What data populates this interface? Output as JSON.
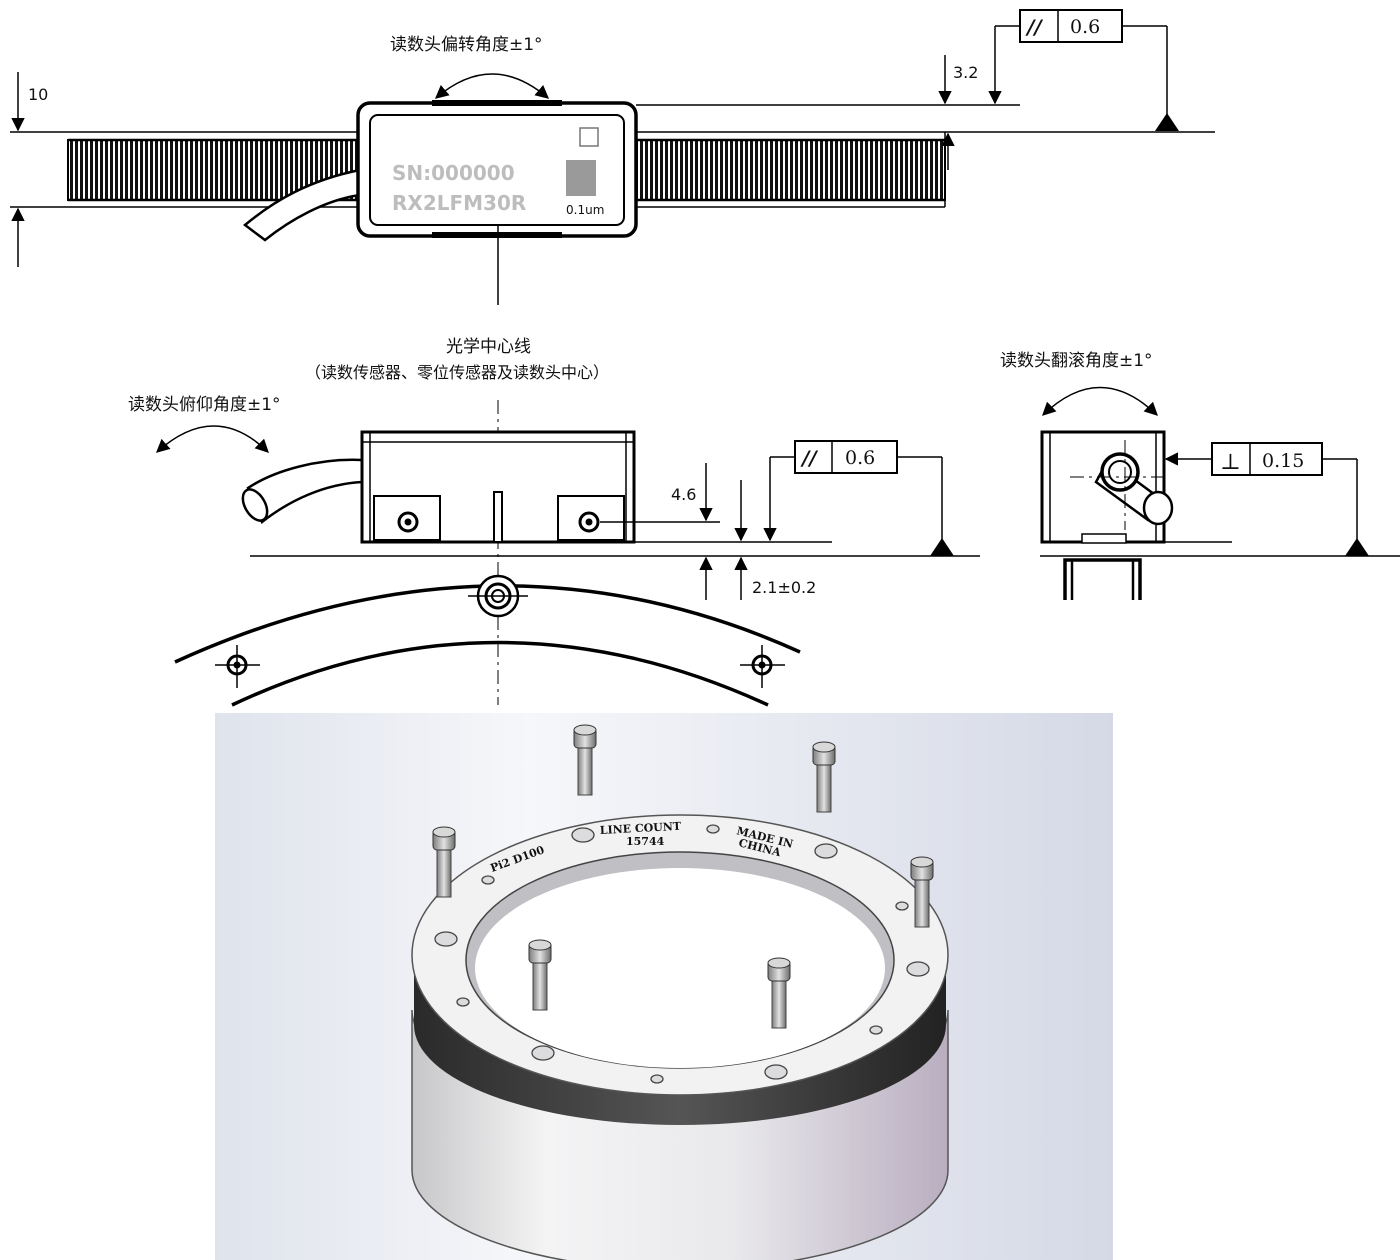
{
  "top_view": {
    "yaw_label": "读数头偏转角度±1°",
    "dim_10": "10",
    "dim_3_2": "3.2",
    "parallel_tol": {
      "symbol": "//",
      "value": "0.6"
    },
    "readhead": {
      "serial": "SN:000000",
      "model": "RX2LFM30R",
      "resolution": "0.1um"
    }
  },
  "side_view": {
    "optical_center_title": "光学中心线",
    "optical_center_sub": "（读数传感器、零位传感器及读数头中心）",
    "pitch_label": "读数头俯仰角度±1°",
    "dim_4_6": "4.6",
    "dim_gap": "2.1±0.2",
    "parallel_tol": {
      "symbol": "//",
      "value": "0.6"
    }
  },
  "end_view": {
    "roll_label": "读数头翻滚角度±1°",
    "perp_tol": {
      "symbol": "⊥",
      "value": "0.15"
    }
  },
  "ring_render": {
    "engraving_left": "Pi2  D100",
    "engraving_count_1": "LINE COUNT",
    "engraving_count_2": "15744",
    "engraving_made_1": "MADE IN",
    "engraving_made_2": "CHINA"
  }
}
